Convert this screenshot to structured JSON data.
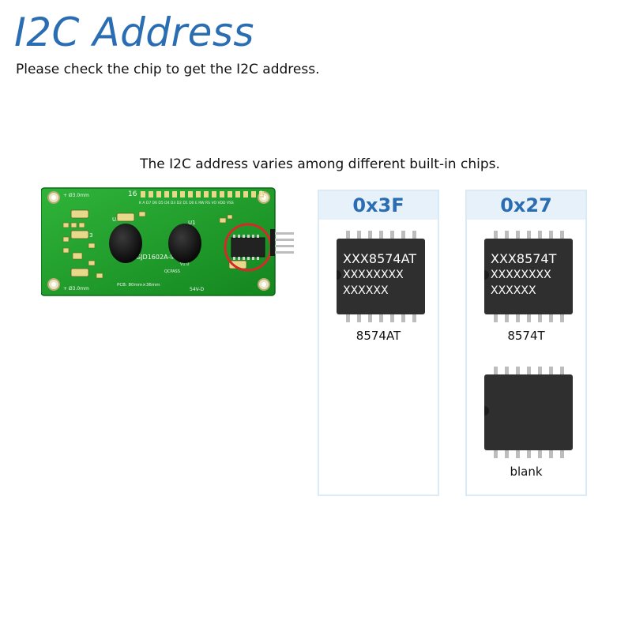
{
  "header": {
    "title": "I2C Address",
    "subtitle": "Please check the chip to get the I2C address."
  },
  "caption": "The I2C address varies among different built-in chips.",
  "board": {
    "silkscreen_model": "GJD1602A-IIC",
    "hole_left_top": "+ Ø3.0mm",
    "hole_left_bottom": "+ Ø3.0mm",
    "pin_16": "16",
    "pin_1": "1",
    "u1": "U1",
    "u2": "U2",
    "u3": "U3",
    "pcb_text": "PCB: 80mm×36mm",
    "qc_text": "QCPASS",
    "version": "V1.0",
    "code": "54V-D",
    "header_pins": "K A D7 D6 D5 D4 D3 D2 D1 D0 E RW RS VO VDD VSS"
  },
  "columns": [
    {
      "address": "0x3F",
      "chips": [
        {
          "lines": [
            "XXX8574AT",
            "XXXXXXXX",
            "XXXXXX"
          ],
          "label": "8574AT"
        }
      ]
    },
    {
      "address": "0x27",
      "chips": [
        {
          "lines": [
            "XXX8574T",
            "XXXXXXXX",
            "XXXXXX"
          ],
          "label": "8574T"
        },
        {
          "lines": [],
          "label": "blank"
        }
      ]
    }
  ],
  "colors": {
    "accent": "#2a6db2",
    "board_green": "#1c9a2a",
    "highlight_ring": "#d42a2a",
    "chip_body": "#2f2f2f",
    "column_border": "#dceaf5"
  }
}
